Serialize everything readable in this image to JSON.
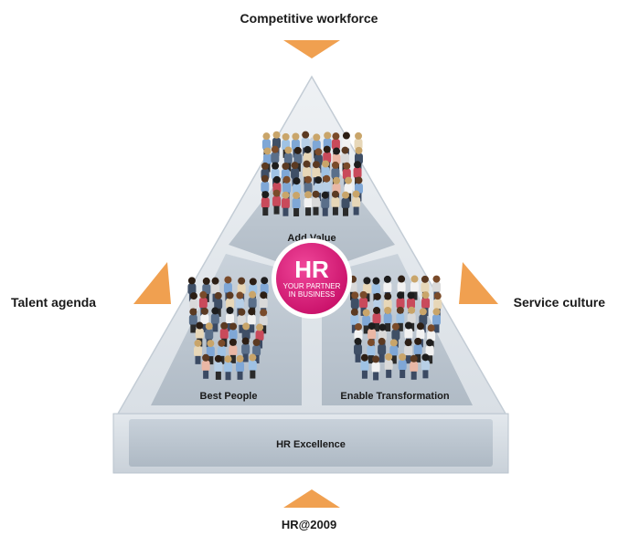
{
  "labels": {
    "top": "Competitive workforce",
    "left": "Talent agenda",
    "right": "Service culture",
    "bottom": "HR@2009"
  },
  "segments": {
    "top": "Add Value",
    "left": "Best People",
    "right": "Enable Transformation",
    "base": "HR Excellence"
  },
  "hub": {
    "title": "HR",
    "line1": "YOUR PARTNER",
    "line2": "IN BUSINESS"
  },
  "colors": {
    "accent": "#f0a050",
    "hub": "#e0177a",
    "panel": "#b9c4cf",
    "triangle": "#e6eaee"
  }
}
